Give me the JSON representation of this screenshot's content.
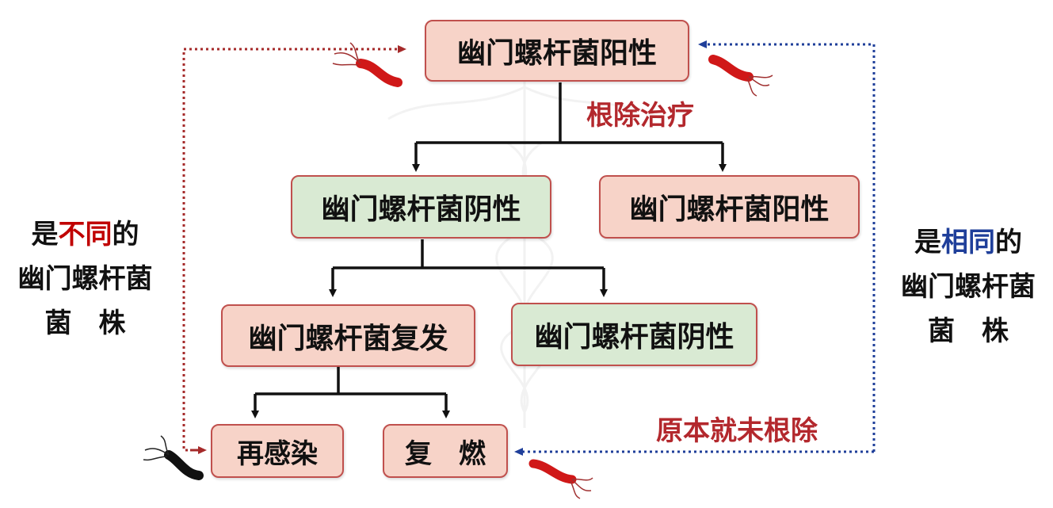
{
  "nodes": {
    "top": "幽门螺杆菌阳性",
    "neg1": "幽门螺杆菌阴性",
    "pos2": "幽门螺杆菌阳性",
    "relapse": "幽门螺杆菌复发",
    "neg2": "幽门螺杆菌阴性",
    "reinfection": "再感染",
    "recrudescence": "复　燃"
  },
  "labels": {
    "eradication": "根除治疗",
    "not_eradicated": "原本就未根除"
  },
  "left_note": {
    "prefix": "是",
    "highlight": "不同",
    "suffix": "的",
    "line2": "幽门螺杆菌",
    "line3": "菌　株",
    "highlight_color": "#c00000"
  },
  "right_note": {
    "prefix": "是",
    "highlight": "相同",
    "suffix": "的",
    "line2": "幽门螺杆菌",
    "line3": "菌　株",
    "highlight_color": "#1f3f9a"
  },
  "colors": {
    "positive_fill": "#f7d3c8",
    "negative_fill": "#d9ead3",
    "box_border": "#c0504d",
    "left_dotted_arrow": "#a52a2a",
    "right_dotted_arrow": "#1f3f9a",
    "bacterium_red": "#d01818",
    "bacterium_dark": "#111111"
  },
  "icons": [
    "bacterium-icon"
  ]
}
